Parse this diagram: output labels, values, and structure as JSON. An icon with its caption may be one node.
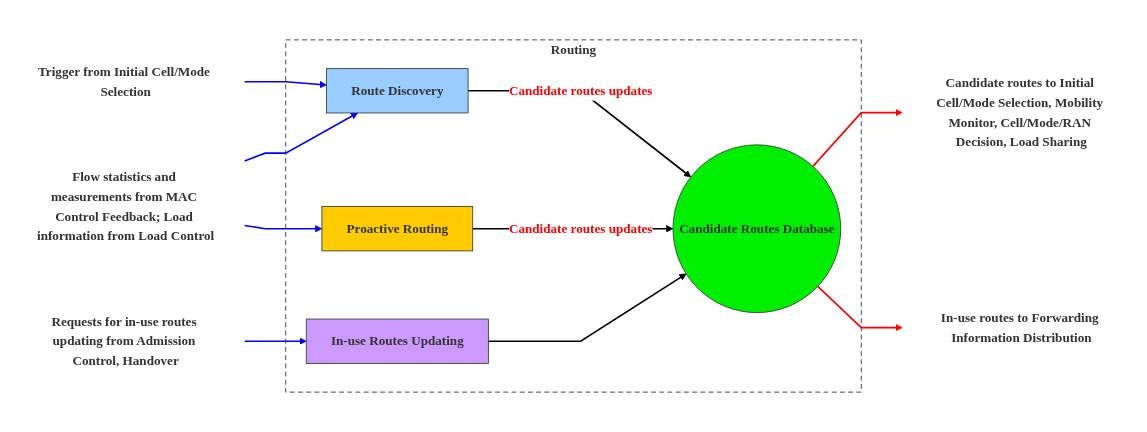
{
  "diagram": {
    "nodes": [
      {
        "text": [
          "Routing"
        ]
      },
      {
        "text": [
          "Route Discovery"
        ],
        "in": 0
      },
      {
        "text": [
          "Proactive Routing"
        ],
        "in": 0
      },
      {
        "text": [
          "In-use Routes Updating"
        ],
        "in": 0
      },
      {
        "text": [
          "Candidate Routes Database"
        ],
        "in": 0
      },
      {
        "text": [
          "Trigger from Initial Cell/Mode Selection"
        ]
      },
      {
        "text": [
          "Flow statistics and measurements from MAC Control Feedback; Load information from Load Control"
        ]
      },
      {
        "text": [
          "Requests for in-use routes updating from Admission Control, Handover"
        ]
      },
      {
        "text": [
          "Candidate routes to Initial Cell/Mode Selection, Mobility Monitor, Cell/Mode/RAN Decision, Load Sharing"
        ]
      },
      {
        "text": [
          "In-use routes to Forwarding Information Distribution"
        ]
      }
    ],
    "edges": [
      {
        "from": 5,
        "to": 1,
        "arrow": "to"
      },
      {
        "from": 6,
        "to": 1,
        "arrow": "to"
      },
      {
        "from": 6,
        "to": 2,
        "arrow": "to"
      },
      {
        "from": 7,
        "to": 3,
        "arrow": "to"
      },
      {
        "from": 1,
        "to": 4,
        "arrow": "to",
        "label": "Candidate routes updates",
        "color": "#000000"
      },
      {
        "from": 2,
        "to": 4,
        "arrow": "to",
        "label": "Candidate routes updates",
        "color": "#000000"
      },
      {
        "from": 3,
        "to": 4,
        "arrow": "to",
        "color": "#000000"
      },
      {
        "from": 4,
        "to": 8,
        "arrow": "to",
        "color": "#ff0000"
      },
      {
        "from": 4,
        "to": 9,
        "arrow": "to",
        "color": "#ff0000"
      }
    ]
  }
}
